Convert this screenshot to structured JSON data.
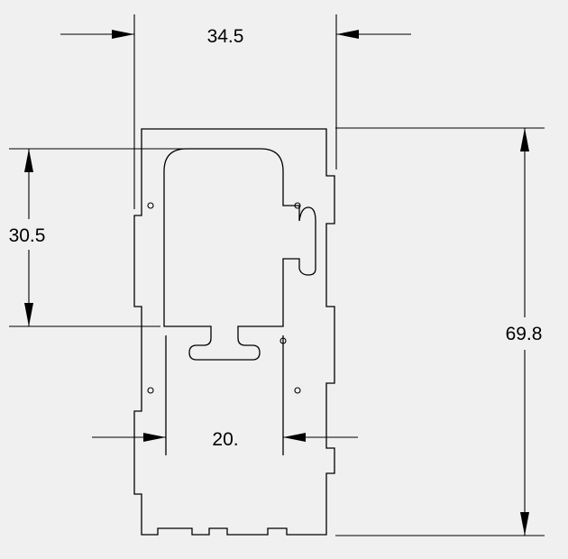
{
  "drawing": {
    "line_color": "#000000",
    "background_color": "#f0f0f0",
    "dimensions": {
      "top_width": "34.5",
      "overall_height": "69.8",
      "upper_height": "30.5",
      "inner_width": "20."
    }
  }
}
